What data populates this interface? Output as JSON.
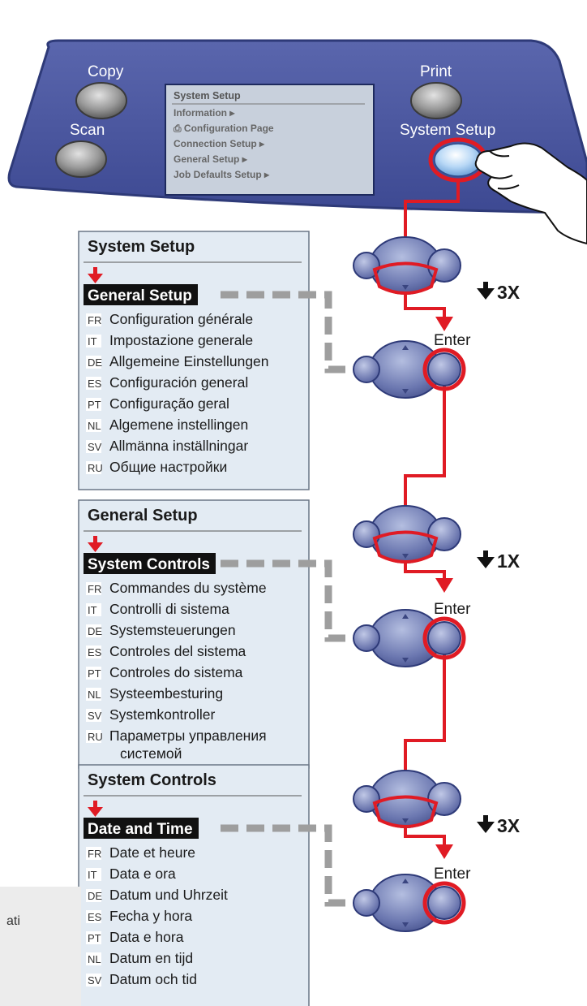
{
  "panel": {
    "labels": {
      "copy": "Copy",
      "scan": "Scan",
      "print": "Print",
      "system_setup": "System Setup"
    },
    "lcd": {
      "title": "System Setup",
      "items": [
        "Information ▸",
        "⎙ Configuration Page",
        "Connection Setup ▸",
        "General Setup ▸",
        "Job Defaults Setup ▸"
      ]
    }
  },
  "steps": [
    {
      "title": "System Setup",
      "highlight": "General Setup",
      "repeat": "3X",
      "enter": "Enter",
      "translations": [
        {
          "code": "FR",
          "text": "Configuration générale"
        },
        {
          "code": "IT",
          "text": "Impostazione generale"
        },
        {
          "code": "DE",
          "text": "Allgemeine Einstellungen"
        },
        {
          "code": "ES",
          "text": "Configuración general"
        },
        {
          "code": "PT",
          "text": "Configuração geral"
        },
        {
          "code": "NL",
          "text": "Algemene instellingen"
        },
        {
          "code": "SV",
          "text": "Allmänna inställningar"
        },
        {
          "code": "RU",
          "text": "Общие настройки"
        }
      ]
    },
    {
      "title": "General Setup",
      "highlight": "System Controls",
      "repeat": "1X",
      "enter": "Enter",
      "translations": [
        {
          "code": "FR",
          "text": "Commandes du système"
        },
        {
          "code": "IT",
          "text": "Controlli di sistema"
        },
        {
          "code": "DE",
          "text": "Systemsteuerungen"
        },
        {
          "code": "ES",
          "text": "Controles del sistema"
        },
        {
          "code": "PT",
          "text": "Controles do sistema"
        },
        {
          "code": "NL",
          "text": "Systeembesturing"
        },
        {
          "code": "SV",
          "text": "Systemkontroller"
        },
        {
          "code": "RU",
          "text": "Параметры управления",
          "text2": "системой"
        }
      ]
    },
    {
      "title": "System Controls",
      "highlight": "Date and Time",
      "repeat": "3X",
      "enter": "Enter",
      "translations": [
        {
          "code": "FR",
          "text": "Date et heure"
        },
        {
          "code": "IT",
          "text": "Data e ora"
        },
        {
          "code": "DE",
          "text": "Datum und Uhrzeit"
        },
        {
          "code": "ES",
          "text": "Fecha y hora"
        },
        {
          "code": "PT",
          "text": "Data e hora"
        },
        {
          "code": "NL",
          "text": "Datum en tijd"
        },
        {
          "code": "SV",
          "text": "Datum och tid"
        }
      ]
    }
  ],
  "side_fragment": "ati",
  "colors": {
    "panel": "#4a57a0",
    "panel_edge": "#2e3a78",
    "lcd": "#c8d0dc",
    "box_bg": "#e3ebf3",
    "flow_red": "#e01b24",
    "dash_gray": "#9e9e9e",
    "highlight_bg": "#111111",
    "nav_button": "#6e7aae"
  }
}
